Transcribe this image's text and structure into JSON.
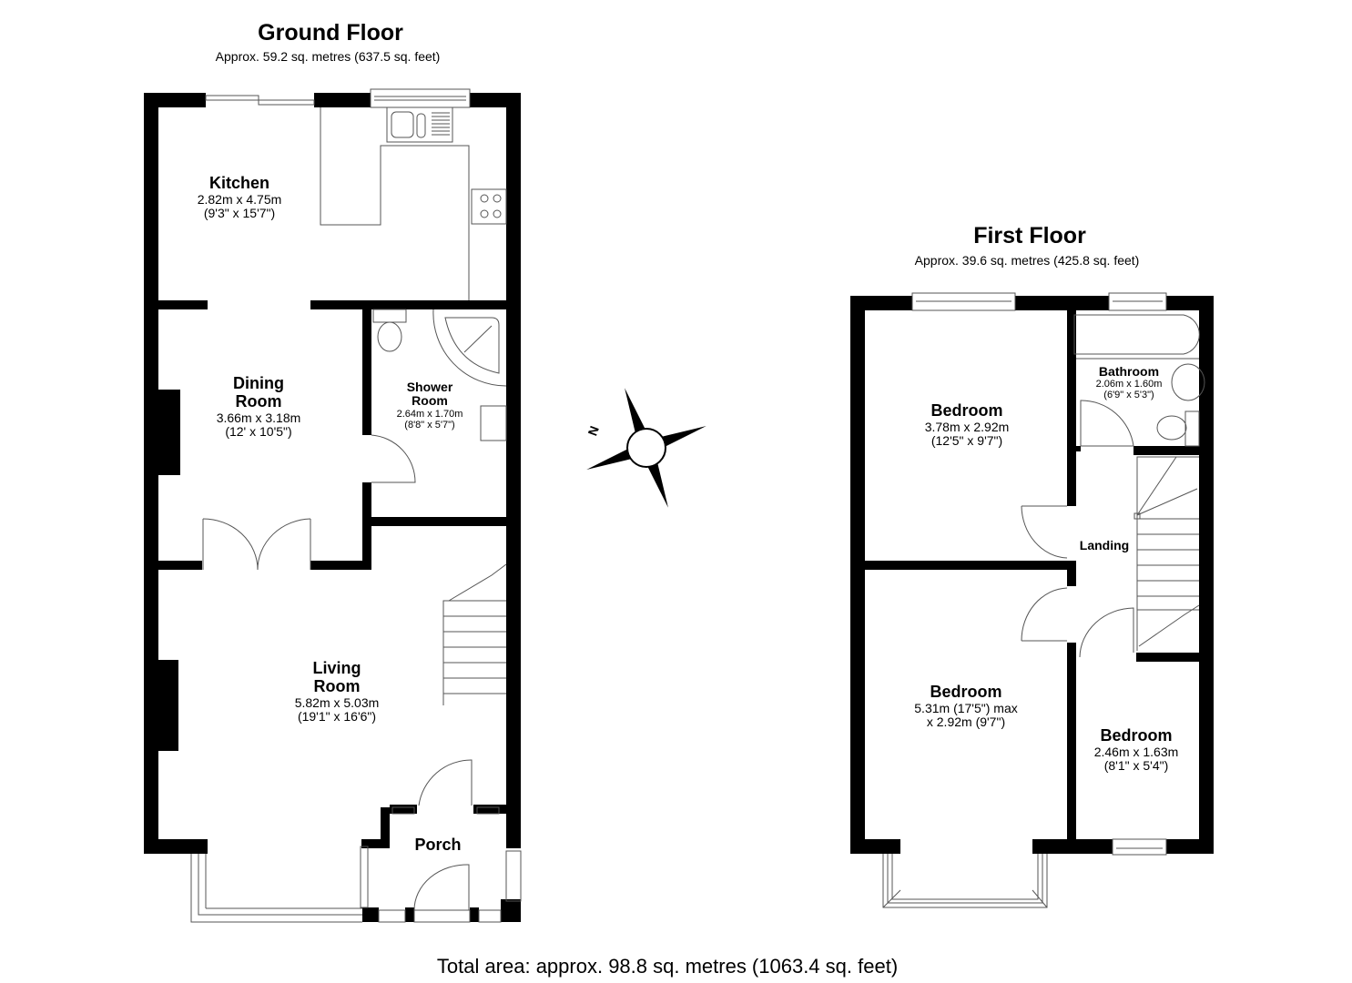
{
  "ground_floor": {
    "title": "Ground Floor",
    "area": "Approx. 59.2 sq. metres (637.5 sq. feet)",
    "rooms": [
      {
        "name": "Kitchen",
        "dim1": "2.82m x 4.75m",
        "dim2": "(9'3\" x 15'7\")"
      },
      {
        "name": "Dining",
        "name2": "Room",
        "dim1": "3.66m x 3.18m",
        "dim2": "(12' x 10'5\")"
      },
      {
        "name": "Shower",
        "name2": "Room",
        "dim1": "2.64m x 1.70m",
        "dim2": "(8'8\" x 5'7\")"
      },
      {
        "name": "Living",
        "name2": "Room",
        "dim1": "5.82m x 5.03m",
        "dim2": "(19'1\" x 16'6\")"
      },
      {
        "name": "Porch"
      }
    ]
  },
  "first_floor": {
    "title": "First Floor",
    "area": "Approx. 39.6 sq. metres (425.8 sq. feet)",
    "rooms": [
      {
        "name": "Bedroom",
        "dim1": "3.78m x 2.92m",
        "dim2": "(12'5\" x 9'7\")"
      },
      {
        "name": "Bathroom",
        "dim1": "2.06m x 1.60m",
        "dim2": "(6'9\" x 5'3\")"
      },
      {
        "name": "Landing"
      },
      {
        "name": "Bedroom",
        "dim1": "5.31m (17'5\") max",
        "dim2": "x 2.92m (9'7\")"
      },
      {
        "name": "Bedroom",
        "dim1": "2.46m x 1.63m",
        "dim2": "(8'1\" x 5'4\")"
      }
    ]
  },
  "compass": {
    "label": "N",
    "icon": "compass-rose-icon"
  },
  "total_area": "Total area: approx. 98.8 sq. metres (1063.4 sq. feet)",
  "colors": {
    "wall": "#000000",
    "fixture": "#555555",
    "background": "#ffffff"
  }
}
